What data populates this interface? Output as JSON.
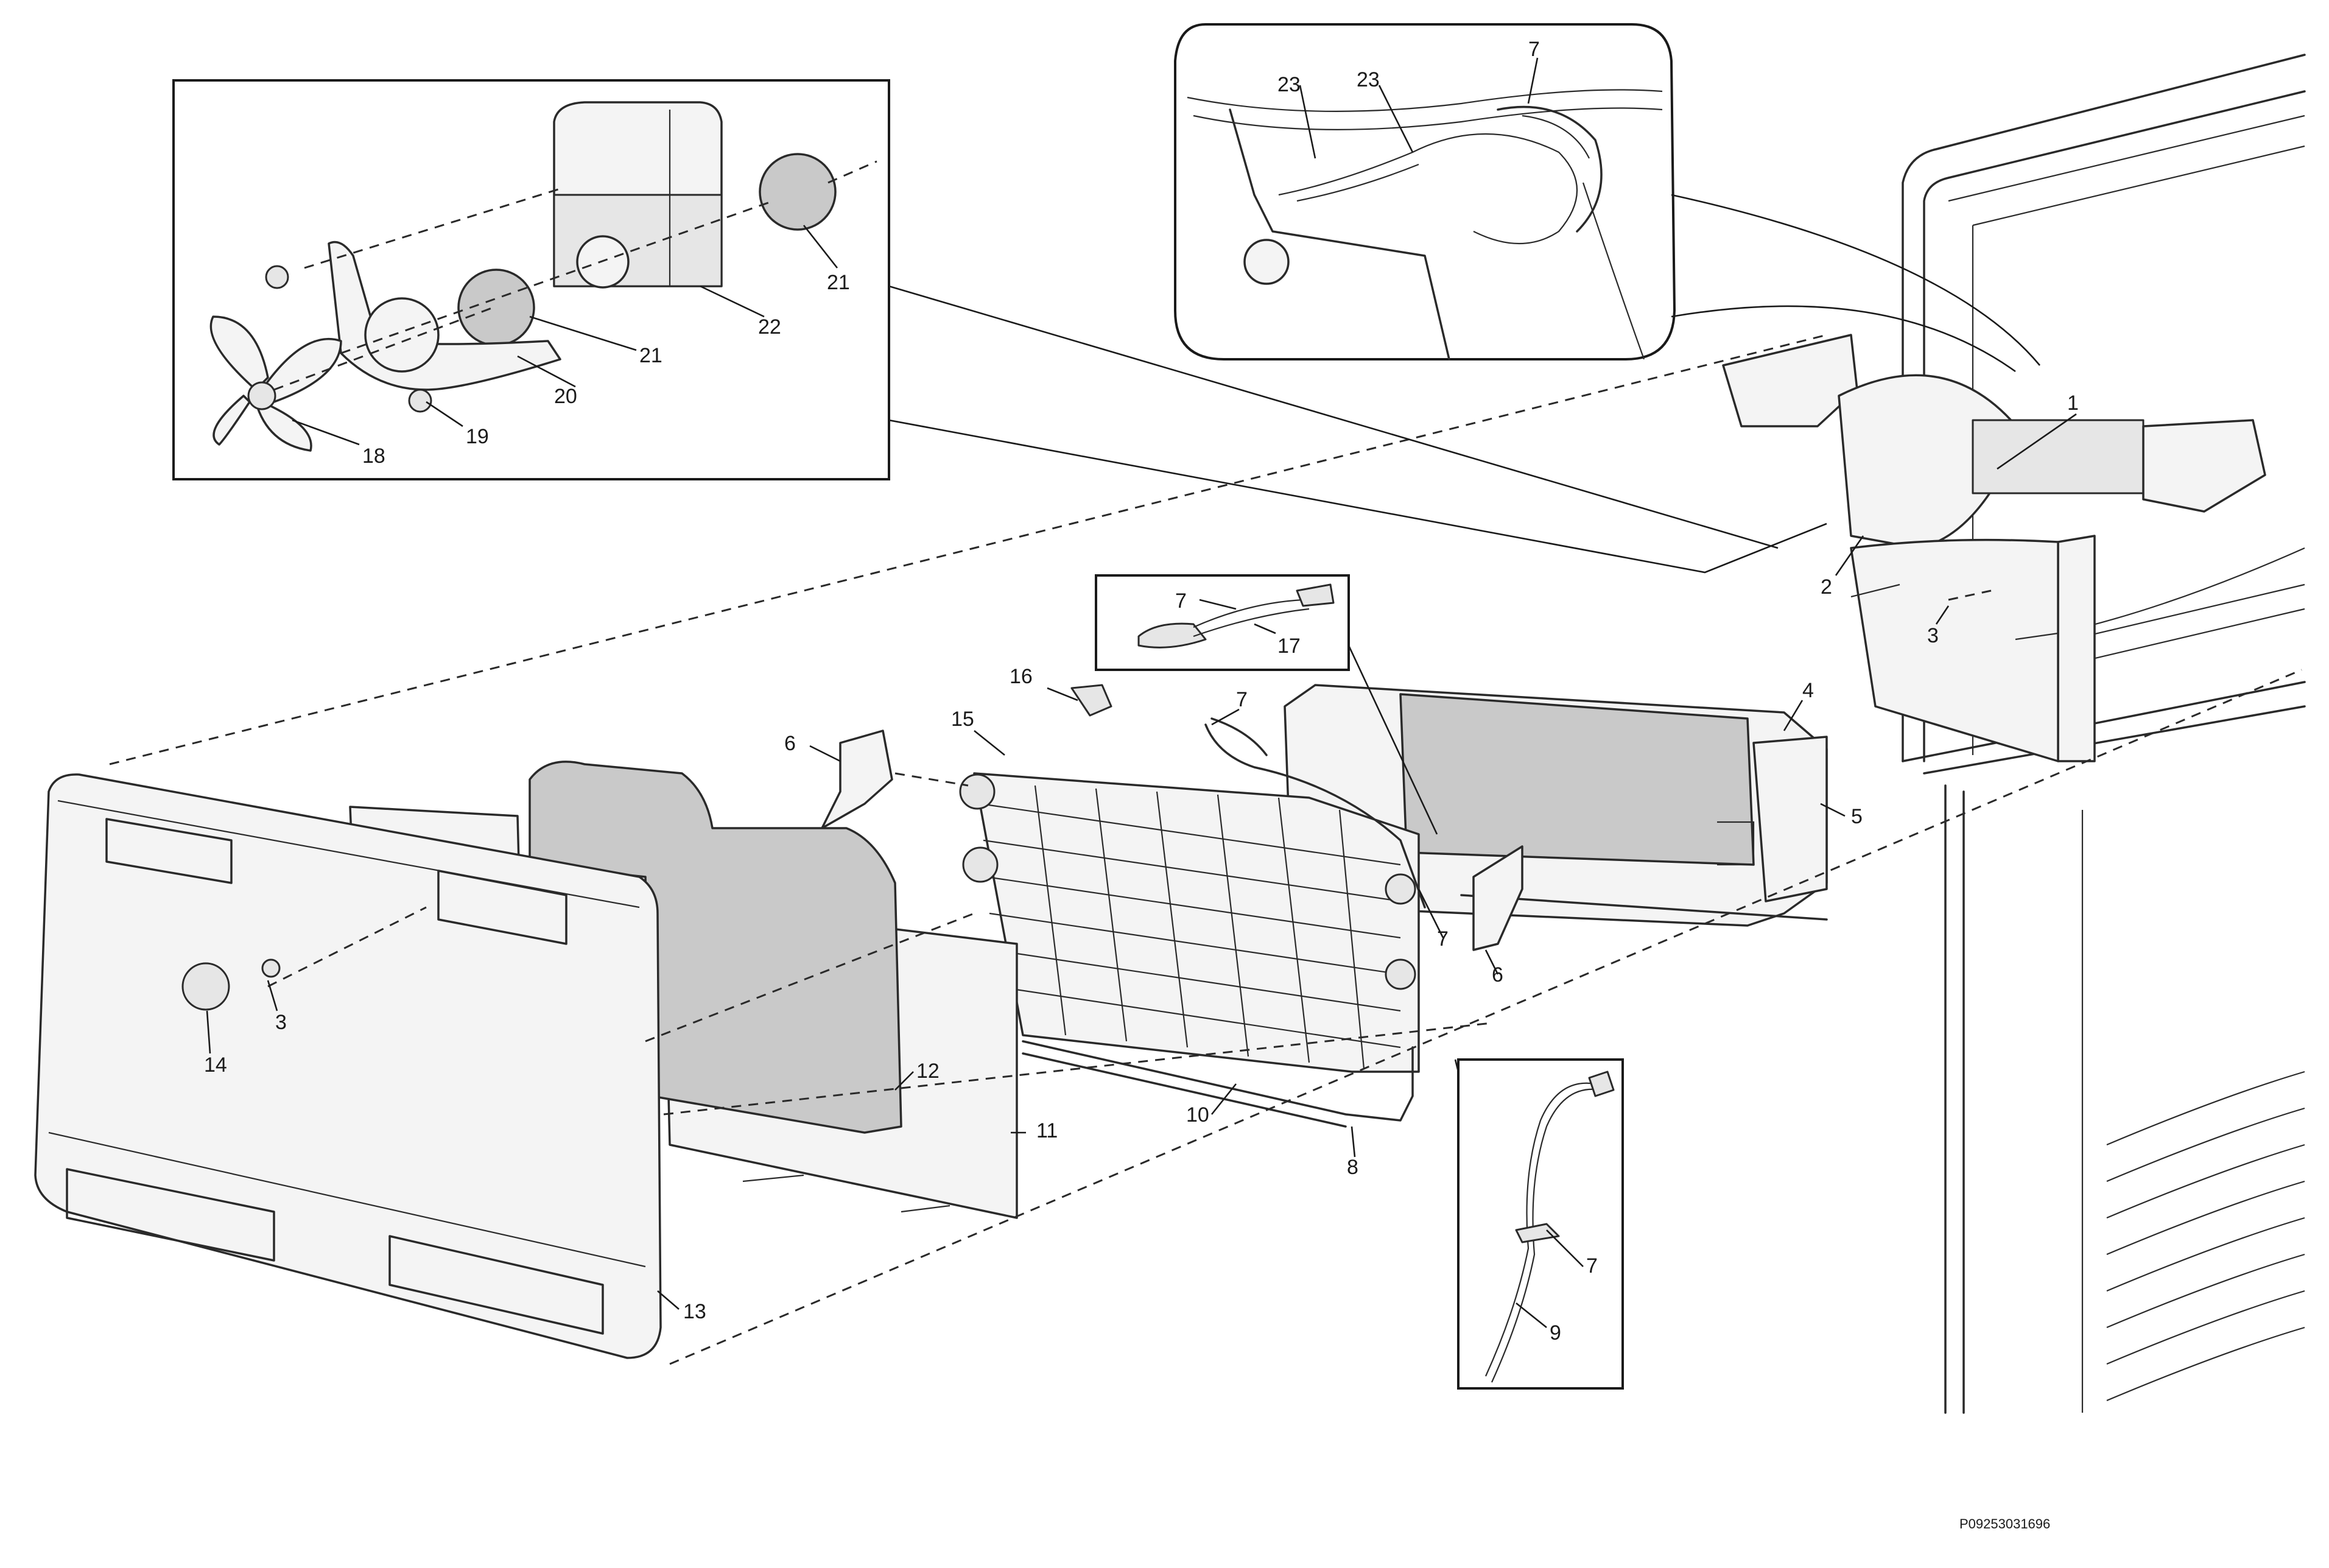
{
  "labels": [
    {
      "id": "callout-23-a",
      "text": "23"
    },
    {
      "id": "callout-23-b",
      "text": "23"
    },
    {
      "id": "callout-7-top",
      "text": "7"
    },
    {
      "id": "callout-21-a",
      "text": "21"
    },
    {
      "id": "callout-22",
      "text": "22"
    },
    {
      "id": "callout-21-b",
      "text": "21"
    },
    {
      "id": "callout-20",
      "text": "20"
    },
    {
      "id": "callout-19",
      "text": "19"
    },
    {
      "id": "callout-18",
      "text": "18"
    },
    {
      "id": "callout-1",
      "text": "1"
    },
    {
      "id": "callout-2",
      "text": "2"
    },
    {
      "id": "callout-3-right",
      "text": "3"
    },
    {
      "id": "callout-7-thermostat",
      "text": "7"
    },
    {
      "id": "callout-17",
      "text": "17"
    },
    {
      "id": "callout-16",
      "text": "16"
    },
    {
      "id": "callout-15",
      "text": "15"
    },
    {
      "id": "callout-7-evap",
      "text": "7"
    },
    {
      "id": "callout-6-left",
      "text": "6"
    },
    {
      "id": "callout-4",
      "text": "4"
    },
    {
      "id": "callout-5",
      "text": "5"
    },
    {
      "id": "callout-7-side",
      "text": "7"
    },
    {
      "id": "callout-6-right",
      "text": "6"
    },
    {
      "id": "callout-3-left",
      "text": "3"
    },
    {
      "id": "callout-14",
      "text": "14"
    },
    {
      "id": "callout-12",
      "text": "12"
    },
    {
      "id": "callout-11",
      "text": "11"
    },
    {
      "id": "callout-10",
      "text": "10"
    },
    {
      "id": "callout-8",
      "text": "8"
    },
    {
      "id": "callout-13",
      "text": "13"
    },
    {
      "id": "callout-7-heater",
      "text": "7"
    },
    {
      "id": "callout-9",
      "text": "9"
    }
  ],
  "drawing_code": "P09253031696"
}
